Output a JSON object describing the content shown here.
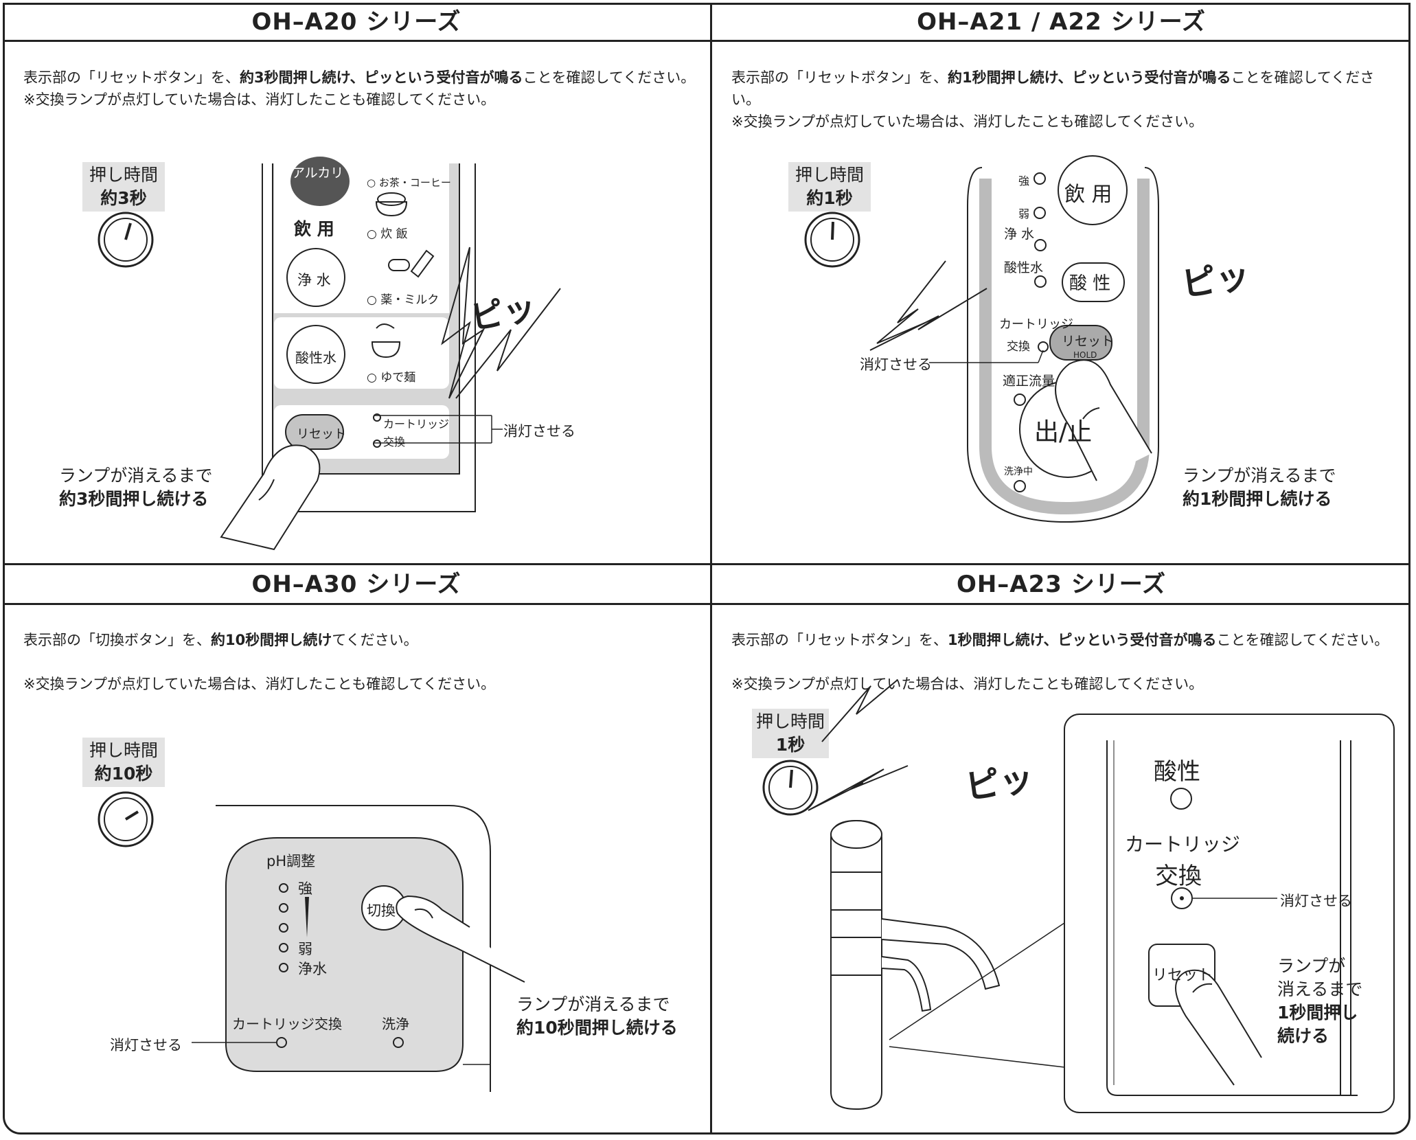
{
  "q1": {
    "title": "OH–A20 シリーズ",
    "p1a": "表示部の「リセットボタン」を、",
    "p1b": "約3秒間押し続け、ピッという受付音が鳴る",
    "p1c": "ことを確認してください。",
    "p2": "※交換ランプが点灯していた場合は、消灯したことも確認してください。",
    "timer_label": "押し時間",
    "timer_value": "約3秒",
    "panel": {
      "alkali": "アルカリ",
      "drink": "飲 用",
      "josui": "浄 水",
      "sanseisui": "酸性水",
      "reset": "リセット",
      "tea": "○ お茶・コーヒー",
      "rice": "○ 炊 飯",
      "medicine": "○ 薬・ミルク",
      "noodle": "○ ゆで麺",
      "cartridge": "カートリッジ",
      "koukan": "交換"
    },
    "beep": "ピッ",
    "off_label": "消灯させる",
    "inst1": "ランプが消えるまで",
    "inst2": "約3秒間押し続ける"
  },
  "q2": {
    "title": "OH–A21 / A22 シリーズ",
    "p1a": "表示部の「リセットボタン」を、",
    "p1b": "約1秒間押し続け、ピッという受付音が鳴る",
    "p1c": "ことを確認してください。",
    "p2": "※交換ランプが点灯していた場合は、消灯したことも確認してください。",
    "timer_label": "押し時間",
    "timer_value": "約1秒",
    "panel": {
      "strong": "強",
      "weak": "弱",
      "josui": "浄 水",
      "sanseisui": "酸性水",
      "drink": "飲 用",
      "acid": "酸 性",
      "cartridge": "カートリッジ",
      "koukan": "交換",
      "reset": "リセット",
      "hold": "HOLD",
      "flow": "適正流量",
      "outstop": "出/止",
      "washing": "洗浄中"
    },
    "beep": "ピッ",
    "off_label": "消灯させる",
    "inst1": "ランプが消えるまで",
    "inst2": "約1秒間押し続ける"
  },
  "q3": {
    "title": "OH–A30 シリーズ",
    "p1a": "表示部の「切換ボタン」を、",
    "p1b": "約10秒間押し続け",
    "p1c": "てください。",
    "p2": "※交換ランプが点灯していた場合は、消灯したことも確認してください。",
    "timer_label": "押し時間",
    "timer_value": "約10秒",
    "panel": {
      "ph": "pH調整",
      "strong": "強",
      "weak": "弱",
      "josui": "浄水",
      "switch": "切換",
      "cartridge": "カートリッジ交換",
      "wash": "洗浄"
    },
    "off_label": "消灯させる",
    "inst1": "ランプが消えるまで",
    "inst2": "約10秒間押し続ける"
  },
  "q4": {
    "title": "OH–A23 シリーズ",
    "p1a": "表示部の「リセットボタン」を、",
    "p1b": "1秒間押し続け、ピッという受付音が鳴る",
    "p1c": "ことを確認してください。",
    "p2": "※交換ランプが点灯していた場合は、消灯したことも確認してください。",
    "timer_label": "押し時間",
    "timer_value": "1秒",
    "panel": {
      "acid": "酸性",
      "cartridge": "カートリッジ",
      "koukan": "交換",
      "reset": "リセット"
    },
    "beep": "ピッ",
    "off_label": "消灯させる",
    "inst1": "ランプが",
    "inst2": "消えるまで",
    "inst3": "1秒間押し",
    "inst4": "続ける"
  }
}
